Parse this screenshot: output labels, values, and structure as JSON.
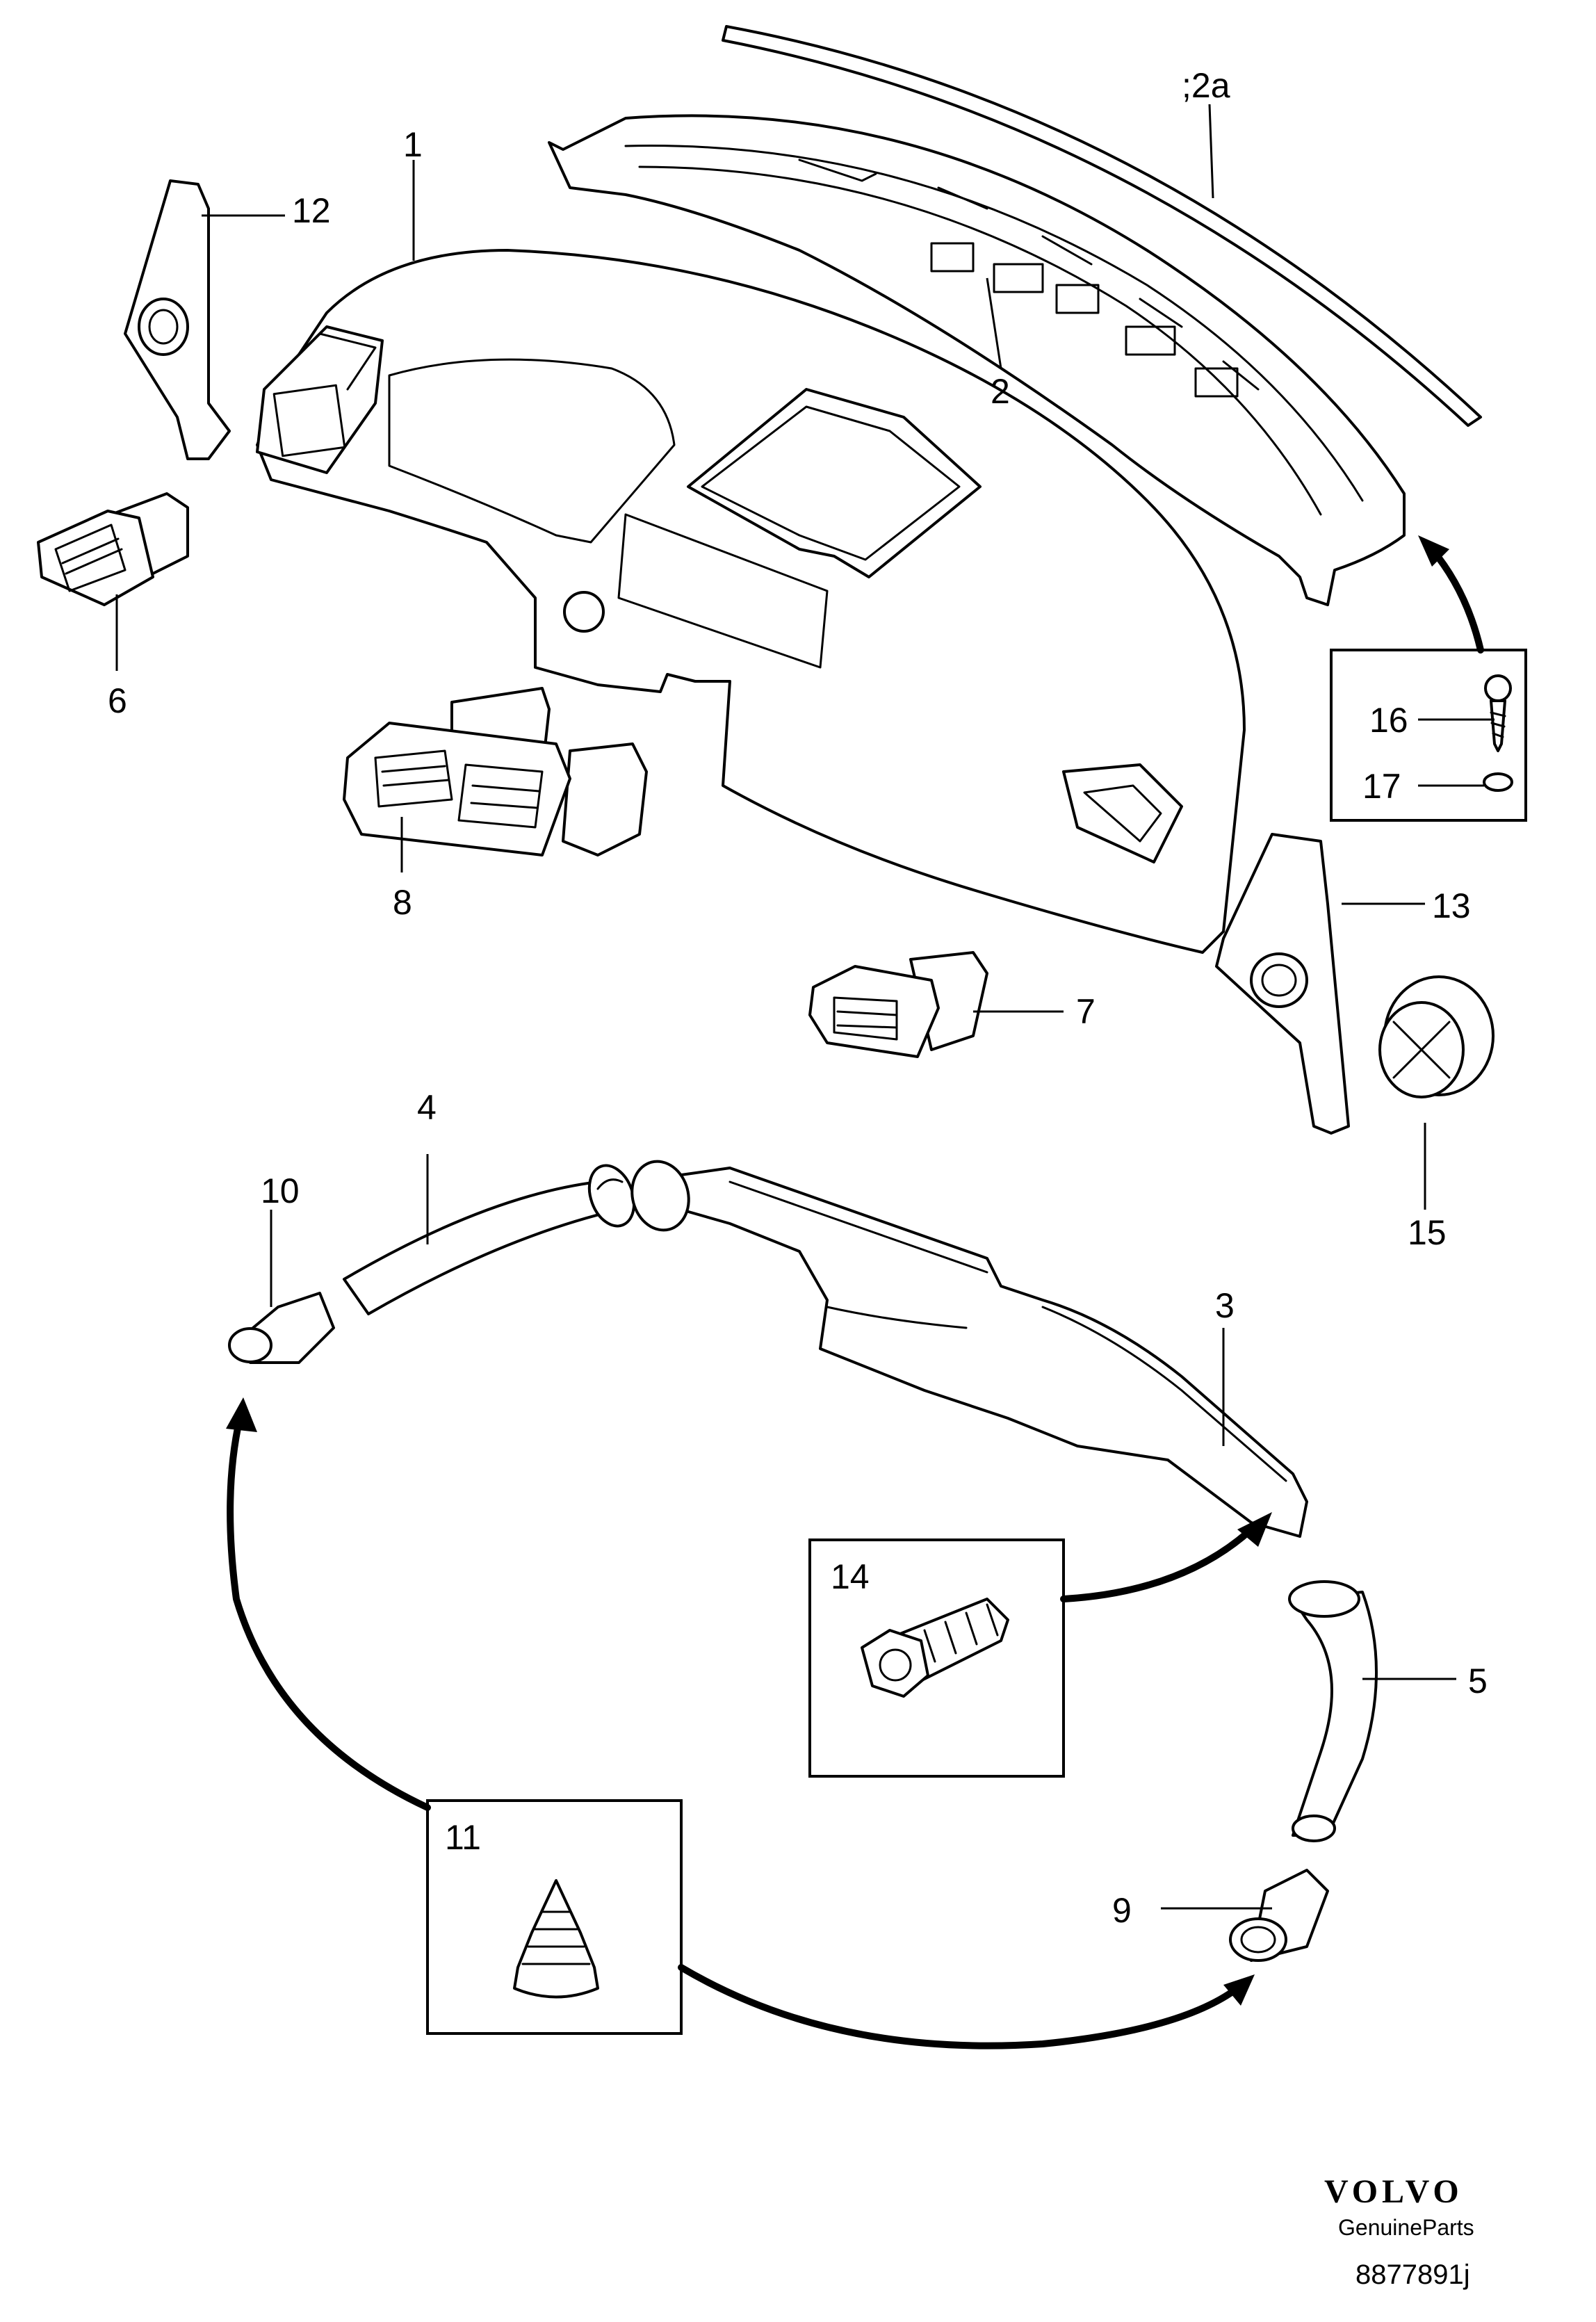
{
  "callouts": {
    "c1": "1",
    "c2": "2",
    "c2a": ";2a",
    "c3": "3",
    "c4": "4",
    "c5": "5",
    "c6": "6",
    "c7": "7",
    "c8": "8",
    "c9": "9",
    "c10": "10",
    "c11": "11",
    "c12": "12",
    "c13": "13",
    "c14": "14",
    "c15": "15",
    "c16": "16",
    "c17": "17"
  },
  "footer": {
    "brand": "VOLVO",
    "subtitle": "GenuineParts",
    "code": "8877891j"
  }
}
